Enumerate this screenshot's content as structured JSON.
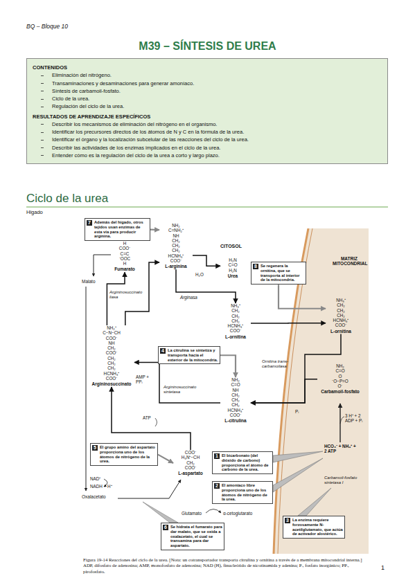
{
  "diagram": {
    "title": "M39 – SÍNTESIS DE UREA",
    "caption": "Figura 19-14 Reacciones del ciclo de la urea. [Nota: un cotransportador transporta citrulina y ornitina a través de a membrana mitocondrial interna.] ADP, difosfato de adenosina; AMP, monofosfato de adenosina; NAD (H), finucleótido de nicotinamida y adenina; Pᵢ, fosfato inorgánico; PPᵢ, pirofosfato.",
    "nodes": [
      {
        "text": [
          "CONTENIDOS",
          "Eliminación del nitrógeno.",
          "Transaminaciones y desaminaciones para generar amoníaco.",
          "Síntesis de carbamoil-fosfato.",
          "Ciclo de la urea.",
          "Regulación del ciclo de la urea.",
          "RESULTADOS DE APRENDIZAJE ESPECÍFICOS",
          "Describir los mecanismos de eliminación del nitrógeno en el organismo.",
          "Identificar los precursores directos de los átomos de N y C en la fórmula de la urea.",
          "Identificar el órgano y la localización subcelular de las reacciones del ciclo de la urea.",
          "Describir las actividades de los enzimas implicados en el ciclo de la urea.",
          "Entender cómo es la regulación del ciclo de la urea a corto y largo plazo."
        ]
      },
      {
        "text": [
          "7",
          "Además del hígado, otros tejidos usan enzimas de esta vía para producir arginina."
        ]
      },
      {
        "text": [
          "H COO⁻ C=C ⁻OOC H",
          "Fumarato"
        ]
      },
      {
        "text": [
          "NH₂ C=NH₂⁺ NH CH₂ CH₂ CH₂ HCNH₃⁺ COO⁻",
          "L-arginina"
        ]
      },
      {
        "text": [
          "H₂N C=O H₂N",
          "Urea"
        ]
      },
      {
        "text": [
          "8",
          "Se regenera la ornitina, que se transporta al interior de la mitocondria."
        ]
      },
      {
        "text": [
          "NH₃⁺ CH₂ CH₂ CH₂ HCNH₃⁺ COO⁻",
          "L-ornitina"
        ]
      },
      {
        "text": [
          "MATRIZ MITOCONDRIAL"
        ]
      },
      {
        "text": [
          "NH₃⁺ CH₂ CH₂ CH₂ HCNH₃⁺ COO⁻",
          "L-ornitina"
        ],
        "in": 7
      },
      {
        "text": [
          "NH₂⁺ C−N−CH COO⁻ NH CH₂ COO⁻ CH₂ CH₂ CH₂ HCNH₃⁺ COO⁻",
          "Argininosuccinato"
        ]
      },
      {
        "text": [
          "4",
          "La citrulina se sintetiza y transporta hacia el exterior de la mitocondria."
        ]
      },
      {
        "text": [
          "NH₂ C=O NH CH₂ CH₂ CH₂ HCNH₃⁺ COO⁻",
          "L-citrulina"
        ]
      },
      {
        "text": [
          "NH₂ C=O O ⁻O−P=O O⁻",
          "Carbamoil-fosfato"
        ],
        "in": 7
      },
      {
        "text": [
          "5",
          "El grupo amino del aspartato proporciona uno de los átomos de nitrógeno de la urea."
        ]
      },
      {
        "text": [
          "COO⁻ H₃N⁺−CH CH₂ COO⁻",
          "L-aspartato"
        ]
      },
      {
        "text": [
          "1",
          "El bicarbonato (del dióxido de carbono) proporciona el átomo de carbono de la urea."
        ]
      },
      {
        "text": [
          "2",
          "El amoníaco libre proporciona uno de los átomos de nitrógeno de la urea."
        ]
      },
      {
        "text": [
          "3",
          "La enzima requiere forzosamente N-acetilglutamato, que actúa de activador alostérico."
        ],
        "in": 7
      },
      {
        "text": [
          "6",
          "Se hidrata el fumarato para dar malato, que se oxida a oxalacetato, el cual se transamina para dar aspartato."
        ]
      }
    ],
    "edges": [
      {
        "from": 9,
        "to": 3,
        "arrow": "to"
      },
      {
        "from": 9,
        "to": 2,
        "arrow": "to"
      },
      {
        "from": 3,
        "to": 6,
        "arrow": "to"
      },
      {
        "from": 3,
        "to": 4,
        "arrow": "to"
      },
      {
        "from": 6,
        "to": 8,
        "arrow": "to"
      },
      {
        "from": 8,
        "to": 11,
        "arrow": "to"
      },
      {
        "from": 12,
        "to": 11,
        "arrow": "to"
      },
      {
        "from": 11,
        "to": 9,
        "arrow": "to"
      },
      {
        "from": 14,
        "to": 9,
        "arrow": "to"
      },
      {
        "from": 1,
        "to": 3,
        "arrow": "to"
      },
      {
        "from": 5,
        "to": 8,
        "arrow": "to"
      },
      {
        "from": 10,
        "to": 11,
        "arrow": "to"
      },
      {
        "from": 13,
        "to": 14,
        "arrow": "to"
      }
    ],
    "labels": [
      "BQ – Bloque 10",
      "Ciclo de la urea",
      "Higado",
      "CITOSOL",
      "Malato",
      "H₂O",
      "Arginasa",
      "Argininosuccinato liasa",
      "Ornitina trans-carbamoilasa",
      "Pᵢ",
      "3 H⁺ + 2 ADP + Pᵢ",
      "HCO₃⁻ + NH₄⁺ + 2 ATP",
      "Carbamoil-fosfato sintetasa I",
      "AMP + PPᵢ",
      "ATP",
      "Argininosuccinato sintetasa",
      "NAD⁺",
      "NADH + H⁺",
      "Oxalacetato",
      "Glutamato",
      "α-cetoglutarato",
      "1"
    ]
  }
}
